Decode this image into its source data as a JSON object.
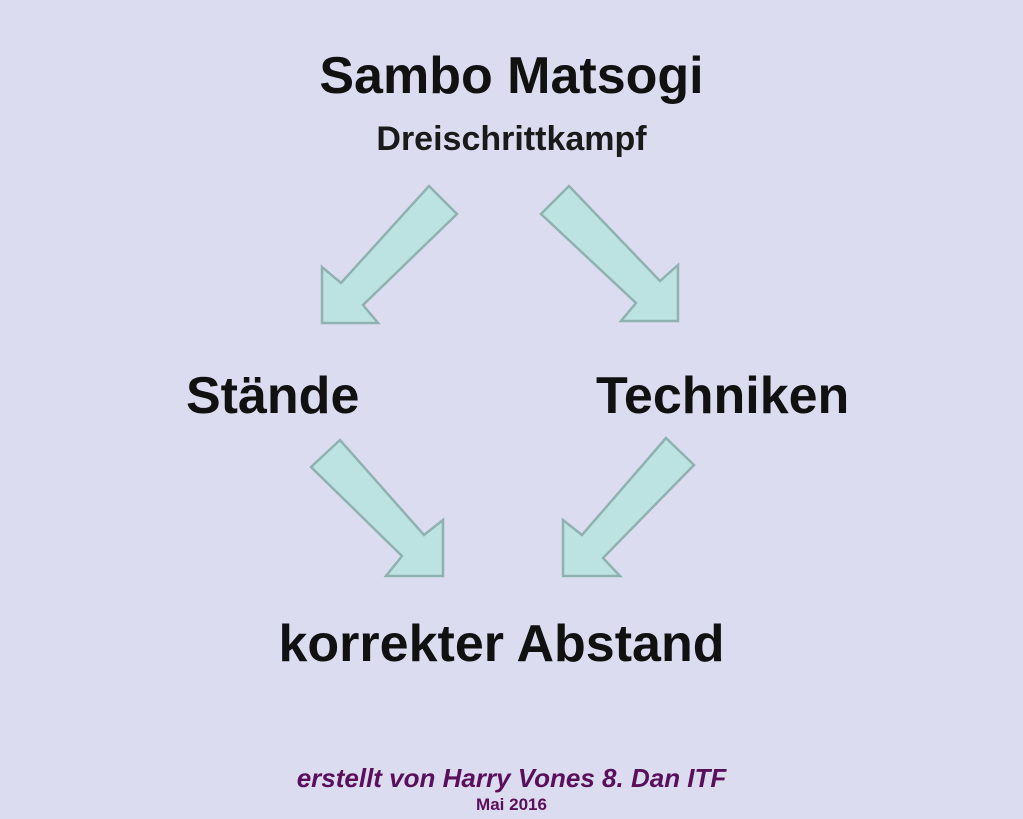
{
  "colors": {
    "background": "#dcdcf0",
    "text": "#111111",
    "footer": "#5a0f5a",
    "arrow_fill": "#bde2e2",
    "arrow_stroke": "#8fb2b0"
  },
  "header": {
    "title": "Sambo Matsogi",
    "subtitle": "Dreischrittkampf"
  },
  "nodes": {
    "left": "Stände",
    "right": "Techniken",
    "bottom": "korrekter Abstand"
  },
  "arrows": [
    {
      "from": "header",
      "to": "nodes.left",
      "icon": "arrow-down-left"
    },
    {
      "from": "header",
      "to": "nodes.right",
      "icon": "arrow-down-right"
    },
    {
      "from": "nodes.left",
      "to": "nodes.bottom",
      "icon": "arrow-down-right"
    },
    {
      "from": "nodes.right",
      "to": "nodes.bottom",
      "icon": "arrow-down-left"
    }
  ],
  "footer": {
    "author": "erstellt von Harry Vones 8. Dan ITF",
    "date": "Mai 2016"
  }
}
